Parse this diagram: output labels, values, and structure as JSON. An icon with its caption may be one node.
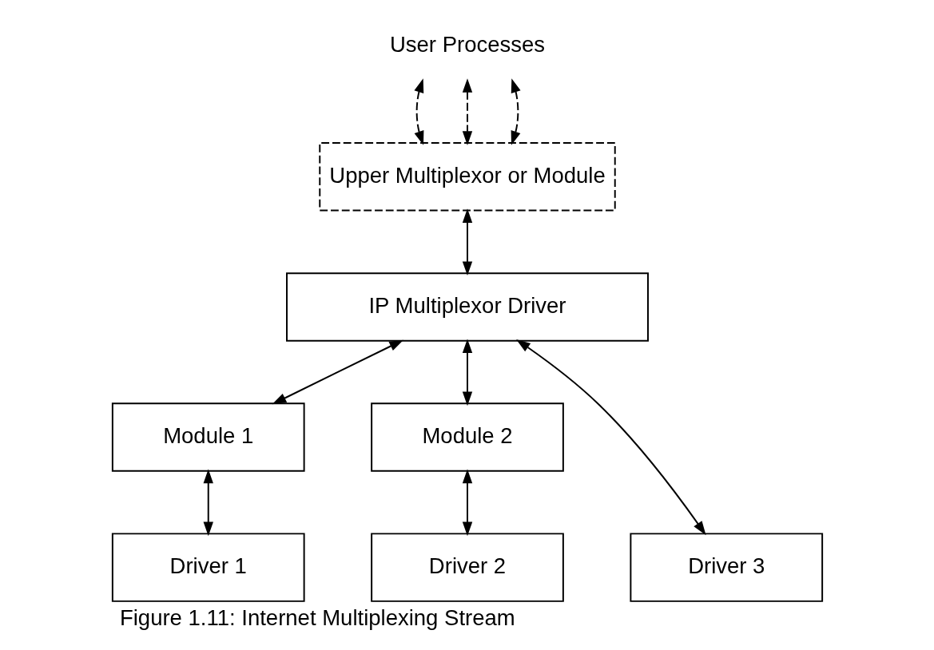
{
  "diagram": {
    "caption": "Figure 1.11: Internet Multiplexing Stream",
    "nodes": [
      {
        "text": [
          "User Processes"
        ]
      },
      {
        "text": [
          "Upper Multiplexor or Module"
        ]
      },
      {
        "text": [
          "IP Multiplexor Driver"
        ]
      },
      {
        "text": [
          "Module 1"
        ]
      },
      {
        "text": [
          "Module 2"
        ]
      },
      {
        "text": [
          "Driver 1"
        ]
      },
      {
        "text": [
          "Driver 2"
        ]
      },
      {
        "text": [
          "Driver 3"
        ]
      }
    ],
    "edges": [
      {
        "from": 0,
        "to": 1,
        "arrow": "both",
        "style": "dashed"
      },
      {
        "from": 0,
        "to": 1,
        "arrow": "both",
        "style": "dashed"
      },
      {
        "from": 0,
        "to": 1,
        "arrow": "both",
        "style": "dashed"
      },
      {
        "from": 1,
        "to": 2,
        "arrow": "both"
      },
      {
        "from": 2,
        "to": 3,
        "arrow": "both"
      },
      {
        "from": 2,
        "to": 4,
        "arrow": "both"
      },
      {
        "from": 2,
        "to": 7,
        "arrow": "both"
      },
      {
        "from": 3,
        "to": 5,
        "arrow": "both"
      },
      {
        "from": 4,
        "to": 6,
        "arrow": "both"
      }
    ]
  }
}
